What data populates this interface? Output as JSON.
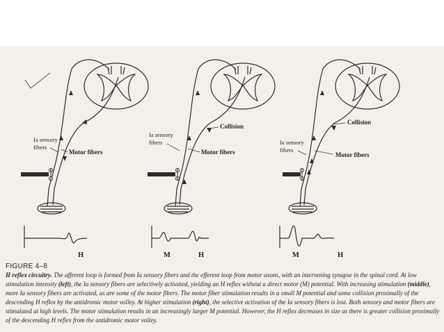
{
  "figure": {
    "labels": {
      "ia_sensory": "Ia sensory",
      "fibers": "fibers",
      "motor_fibers": "Motor fibers",
      "collision": "Collision",
      "h": "H",
      "m": "M"
    },
    "caption_title": "FIGURE 4–8",
    "caption_heading": "H reflex circuitry.",
    "caption_parts": [
      " The afferent loop is formed from Ia sensory fibers and the efferent loop from motor axons, with an intervening synapse in the spinal cord. At low stimulation intensity ",
      "(left)",
      ", the Ia sensory fibers are selectively activated, yielding an H reflex without a direct motor (M) potential. With increasing stimulation ",
      "(middle)",
      ", more Ia sensory fibers are activated, as are some of the motor fibers. The motor fiber stimulation results in a small M potential and some collision proximally of the descending H reflex by the antidromic motor volley. At higher stimulation ",
      "(right)",
      ", the selective activation of the Ia sensory fibers is lost. Both sensory and motor fibers are stimulated at high levels. The motor stimulation results in an increasingly larger M potential. However, the H reflex decreases in size as there is greater collision proximally of the descending H reflex from the antidromic motor volley."
    ]
  }
}
